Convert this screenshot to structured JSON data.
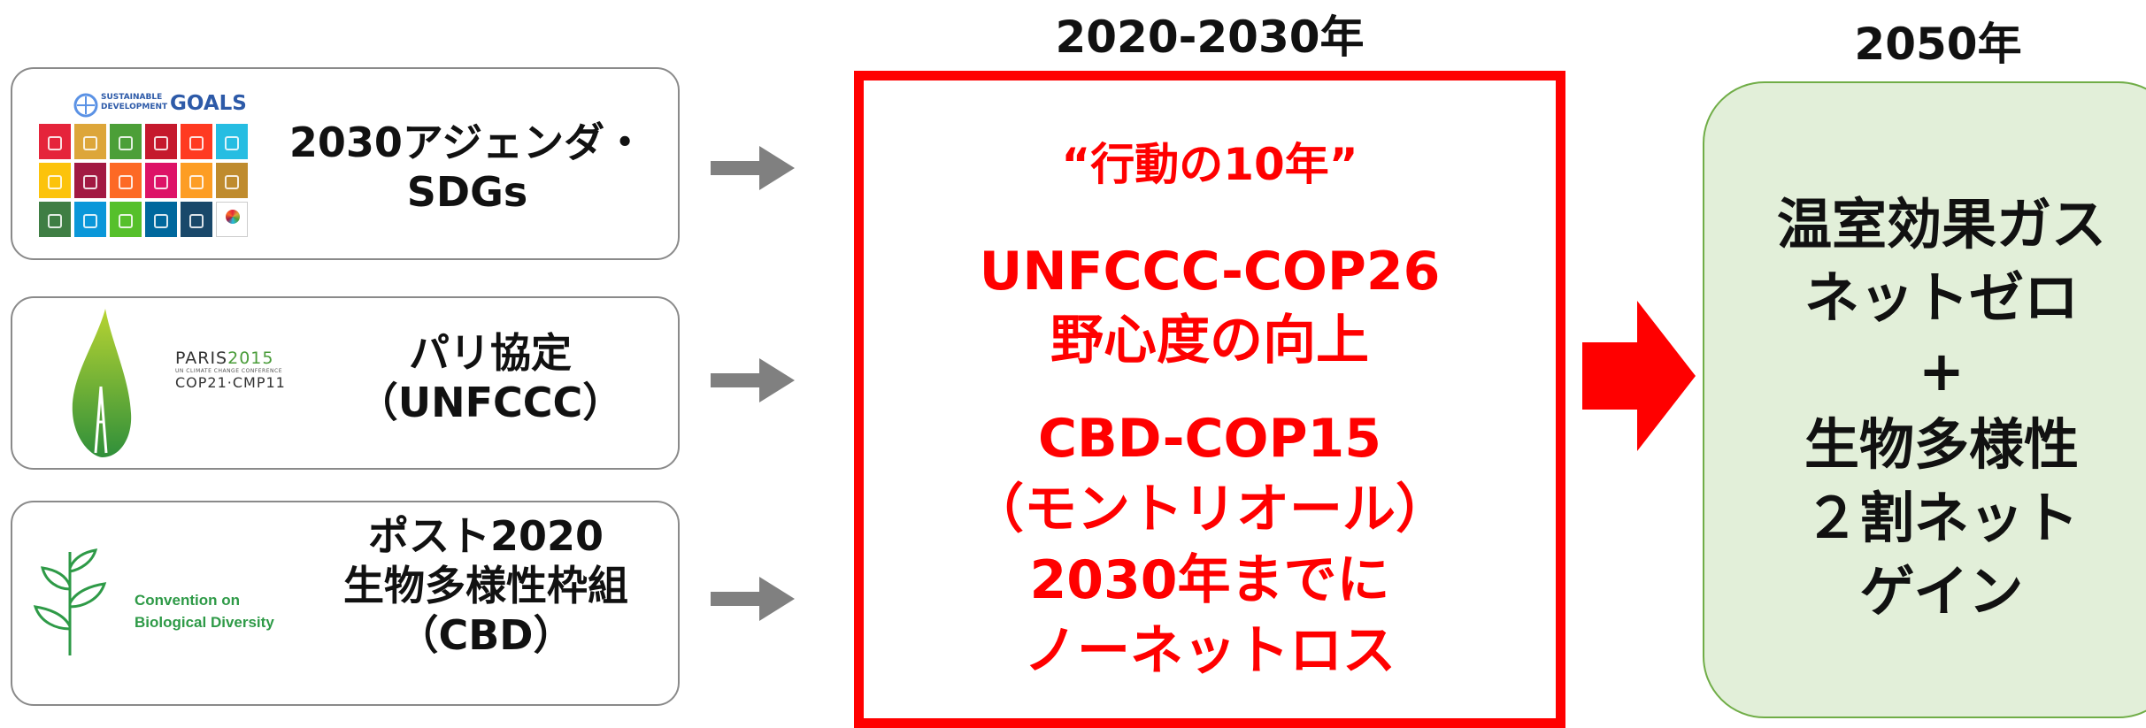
{
  "column_titles": {
    "middle": "2020-2030年",
    "right": "2050年"
  },
  "left_boxes": [
    {
      "logo_text": {
        "line1": "SUSTAINABLE",
        "line2": "DEVELOPMENT",
        "goals": "GOALS"
      },
      "label_lines": [
        "2030アジェンダ・",
        "SDGs"
      ]
    },
    {
      "logo_text": {
        "paris": "PARIS",
        "year": "2015",
        "sub": "UN CLIMATE CHANGE CONFERENCE",
        "cop": "COP21·CMP11"
      },
      "label_lines": [
        "パリ協定",
        "（UNFCCC）"
      ]
    },
    {
      "logo_text": {
        "line1": "Convention on",
        "line2": "Biological Diversity"
      },
      "label_lines": [
        "ポスト2020",
        "生物多様性枠組",
        "（CBD）"
      ]
    }
  ],
  "middle": {
    "decade": "“行動の10年”",
    "cop26": [
      "UNFCCC-COP26",
      "野心度の向上"
    ],
    "cop15": [
      "CBD-COP15",
      "（モントリオール）",
      "2030年までに",
      "ノーネットロス"
    ]
  },
  "right": {
    "lines": [
      "温室効果ガス",
      "ネットゼロ",
      "+",
      "生物多様性",
      "２割ネット",
      "ゲイン"
    ]
  },
  "colors": {
    "red": "#ff0000",
    "green_fill": "#e2efd9",
    "green_border": "#70ad47",
    "gray_arrow": "#808080",
    "sdg_tiles": [
      "#e5243b",
      "#dda63a",
      "#4c9f38",
      "#c5192d",
      "#ff3a21",
      "#26bde2",
      "#fcc30b",
      "#a21942",
      "#fd6925",
      "#dd1367",
      "#fd9d24",
      "#bf8b2e",
      "#3f7e44",
      "#0a97d9",
      "#56c02b",
      "#00689d",
      "#19486a"
    ]
  }
}
